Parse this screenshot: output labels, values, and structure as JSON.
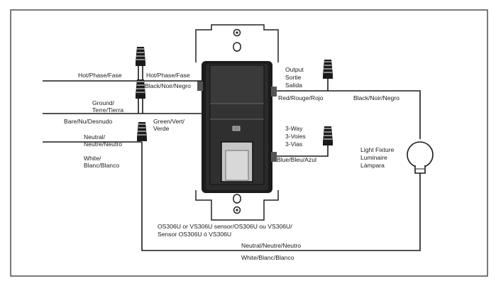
{
  "labels": {
    "hot_left": "Hot/Phase/Fase",
    "hot_right": "Hot/Phase/Fase",
    "black_top": "Black/Noir/Negro",
    "ground_1": "Ground/",
    "ground_2": "Terre/Tierra",
    "bare": "Bare/Nu/Desnudo",
    "green_1": "Green/Vert/",
    "green_2": "Verde",
    "neutral_1": "Neutral/",
    "neutral_2": "Neutre/Neutro",
    "white_1": "White/",
    "white_2": "Blanc/Blanco",
    "output_1": "Output",
    "output_2": "Sortie",
    "output_3": "Salida",
    "red": "Red/Rouge/Rojo",
    "black_right": "Black/Noir/Negro",
    "threeway_1": "3-Way",
    "threeway_2": "3-Voies",
    "threeway_3": "3-Vias",
    "blue": "Blue/Bleu/Azul",
    "fixture_1": "Light Fixture",
    "fixture_2": "Luminaire",
    "fixture_3": "Lámpara",
    "sensor_1": "OS306U or VS306U sensor/OS306U ou VS306U/",
    "sensor_2": "Sensor OS306U ó VS306U",
    "neutral_bottom": "Neutral/Neutre/Neutro",
    "white_bottom": "White/Blanc/Blanco"
  }
}
